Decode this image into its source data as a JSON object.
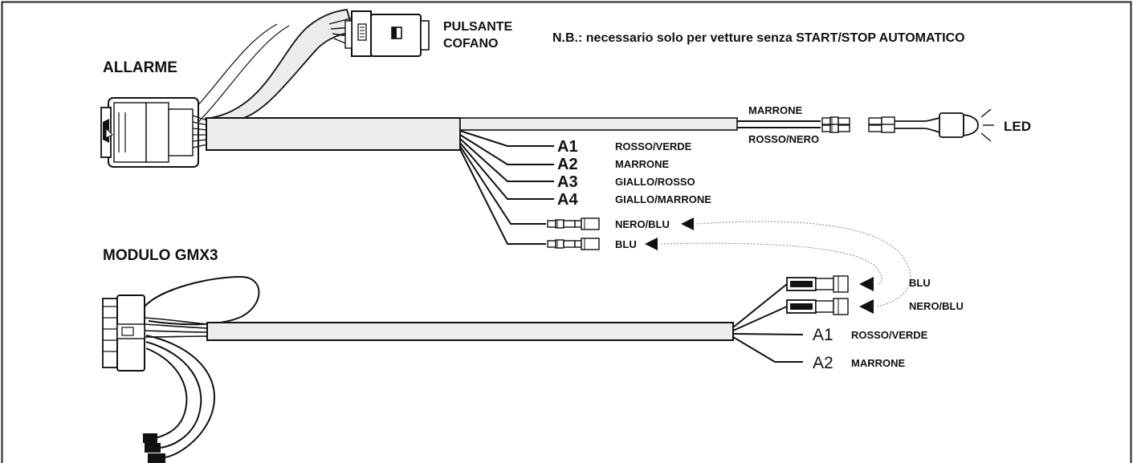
{
  "sections": {
    "allarme": "ALLARME",
    "modulo": "MODULO GMX3"
  },
  "hood_button": {
    "line1": "PULSANTE",
    "line2": "COFANO"
  },
  "note": "N.B.: necessario solo per vetture senza START/STOP AUTOMATICO",
  "led": {
    "label": "LED",
    "wire_top": "MARRONE",
    "wire_bottom": "ROSSO/NERO"
  },
  "alarm_wires": [
    {
      "pin": "A1",
      "color": "ROSSO/VERDE"
    },
    {
      "pin": "A2",
      "color": "MARRONE"
    },
    {
      "pin": "A3",
      "color": "GIALLO/ROSSO"
    },
    {
      "pin": "A4",
      "color": "GIALLO/MARRONE"
    }
  ],
  "alarm_connectors": [
    {
      "label": "NERO/BLU"
    },
    {
      "label": "BLU"
    }
  ],
  "module_connectors": [
    {
      "label": "BLU"
    },
    {
      "label": "NERO/BLU"
    }
  ],
  "module_wires": [
    {
      "pin": "A1",
      "color": "ROSSO/VERDE"
    },
    {
      "pin": "A2",
      "color": "MARRONE"
    }
  ]
}
